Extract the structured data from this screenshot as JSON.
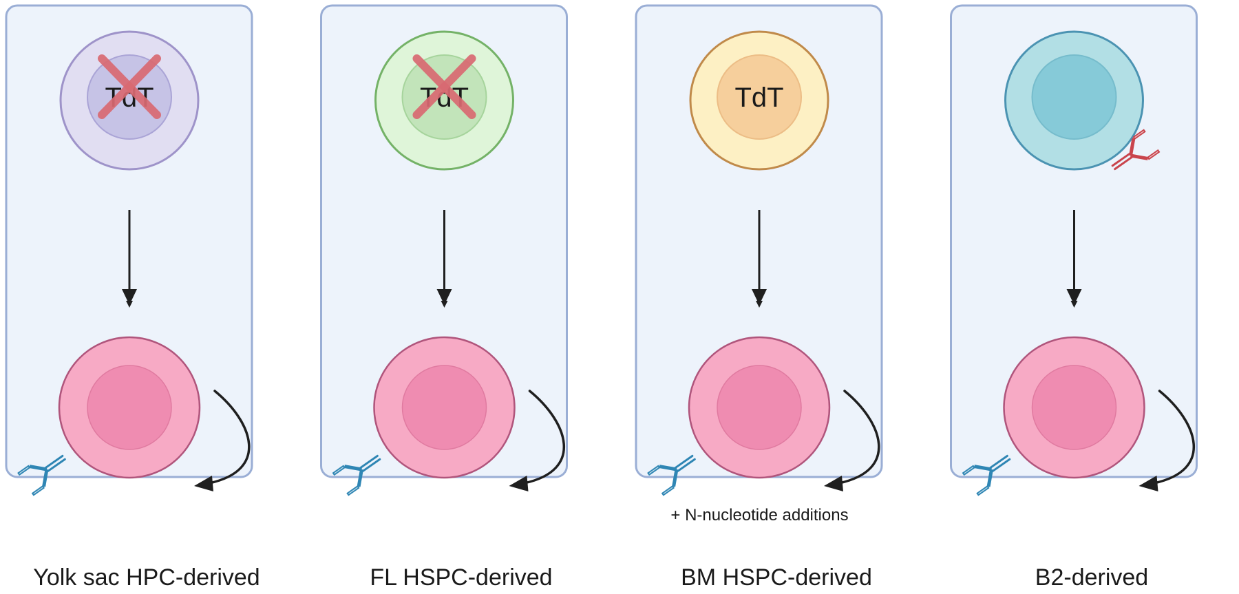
{
  "diagram": {
    "colors": {
      "panel_fill": "#edf3fb",
      "panel_border": "#9aaed5",
      "arrow": "#1f1f1f",
      "cross": "#d96a72",
      "antibody_blue": "#2f86b4",
      "antibody_red": "#c9444c",
      "b_cell_fill": "#f7aac5",
      "b_cell_nucleus": "#ef8cb1",
      "b_cell_stroke": "#b0557c"
    },
    "panels": [
      {
        "caption": "Yolk sac HPC-derived",
        "progenitor": {
          "fill": "#e1def2",
          "stroke": "#9e93c9",
          "nucleus_fill": "#c6c3e6",
          "nucleus_stroke": "#aaa4d6",
          "label": "TdT",
          "crossed_out": true,
          "antibody": "none"
        },
        "note": ""
      },
      {
        "caption": "FL HSPC-derived",
        "progenitor": {
          "fill": "#dff5d9",
          "stroke": "#74b267",
          "nucleus_fill": "#c2e4ba",
          "nucleus_stroke": "#a6d49c",
          "label": "TdT",
          "crossed_out": true,
          "antibody": "none"
        },
        "note": ""
      },
      {
        "caption": "BM HSPC-derived",
        "progenitor": {
          "fill": "#fdf0c4",
          "stroke": "#c08a4a",
          "nucleus_fill": "#f6cf9c",
          "nucleus_stroke": "#ecbd86",
          "label": "TdT",
          "crossed_out": false,
          "antibody": "none"
        },
        "note": "+ N-nucleotide additions"
      },
      {
        "caption": "B2-derived",
        "progenitor": {
          "fill": "#b2dfe5",
          "stroke": "#4b93b2",
          "nucleus_fill": "#86cad8",
          "nucleus_stroke": "#76bccc",
          "label": "",
          "crossed_out": false,
          "antibody": "red"
        },
        "note": ""
      }
    ]
  }
}
